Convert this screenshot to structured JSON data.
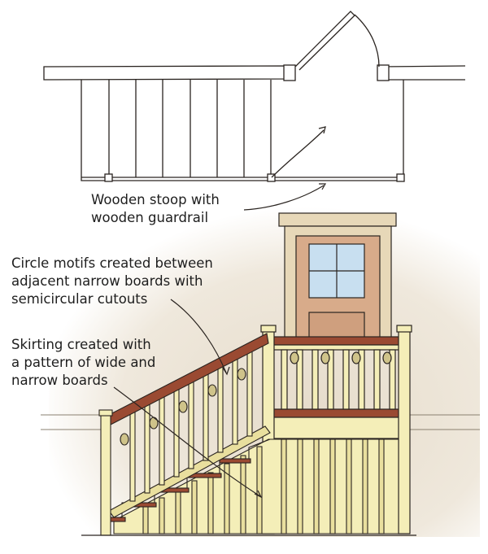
{
  "callouts": {
    "stoop": {
      "lines": [
        "Wooden stoop with",
        "wooden guardrail"
      ]
    },
    "circle_motifs": {
      "lines": [
        "Circle motifs created between",
        "adjacent narrow boards with",
        "semicircular cutouts"
      ]
    },
    "skirting": {
      "lines": [
        "Skirting created with",
        "a pattern of wide and",
        "narrow boards"
      ]
    }
  },
  "colors": {
    "line": "#2a2420",
    "wall_tint": "#ece4d6",
    "wood_light": "#f4eeb8",
    "wood_mid": "#e9df9e",
    "rail": "#9a4a32",
    "door": "#d8ab8a",
    "door_panel": "#cf9f7e",
    "window": "#c8dff0",
    "trim": "#e7d8b8"
  }
}
